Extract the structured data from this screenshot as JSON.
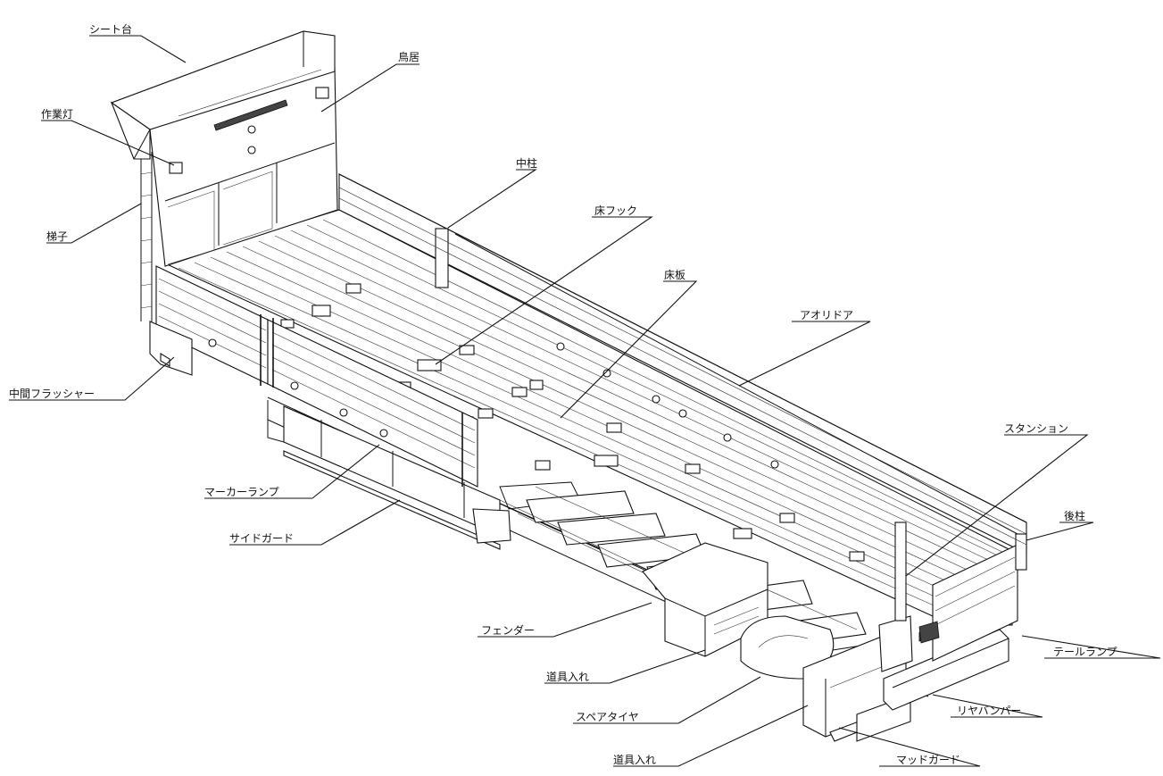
{
  "labels": {
    "seat_base": "シート台",
    "torii": "鳥居",
    "work_light": "作業灯",
    "ladder": "梯子",
    "center_post": "中柱",
    "floor_hook": "床フック",
    "floor_board": "床板",
    "side_gate": "アオリドア",
    "middle_flasher": "中間フラッシャー",
    "marker_lamp": "マーカーランプ",
    "side_guard": "サイドガード",
    "stanchion": "スタンション",
    "rear_post": "後柱",
    "fender": "フェンダー",
    "tool_box_1": "道具入れ",
    "tail_lamp": "テールランプ",
    "spare_tire": "スペアタイヤ",
    "rear_bumper": "リヤバンパー",
    "tool_box_2": "道具入れ",
    "mud_guard": "マッドガード"
  }
}
